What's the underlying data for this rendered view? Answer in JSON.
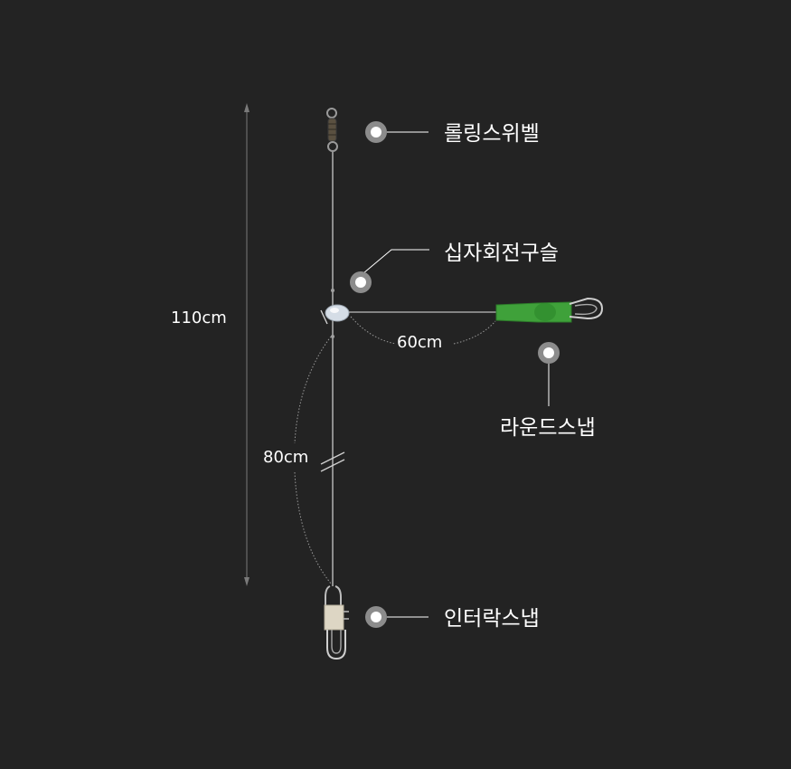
{
  "parts": {
    "rolling_swivel": "롤링스위벨",
    "cross_bead": "십자회전구슬",
    "round_snap": "라운드스냅",
    "interlock_snap": "인터락스냅"
  },
  "dimensions": {
    "total_length": "110cm",
    "branch_length": "60cm",
    "lower_length": "80cm"
  },
  "colors": {
    "background": "#232323",
    "line": "#bdbdbd",
    "leader_line": "#ffffff",
    "marker_ring": "#8c8c8c",
    "marker_dot": "#ffffff",
    "tube_green": "#3fa13a",
    "text": "#ffffff"
  }
}
